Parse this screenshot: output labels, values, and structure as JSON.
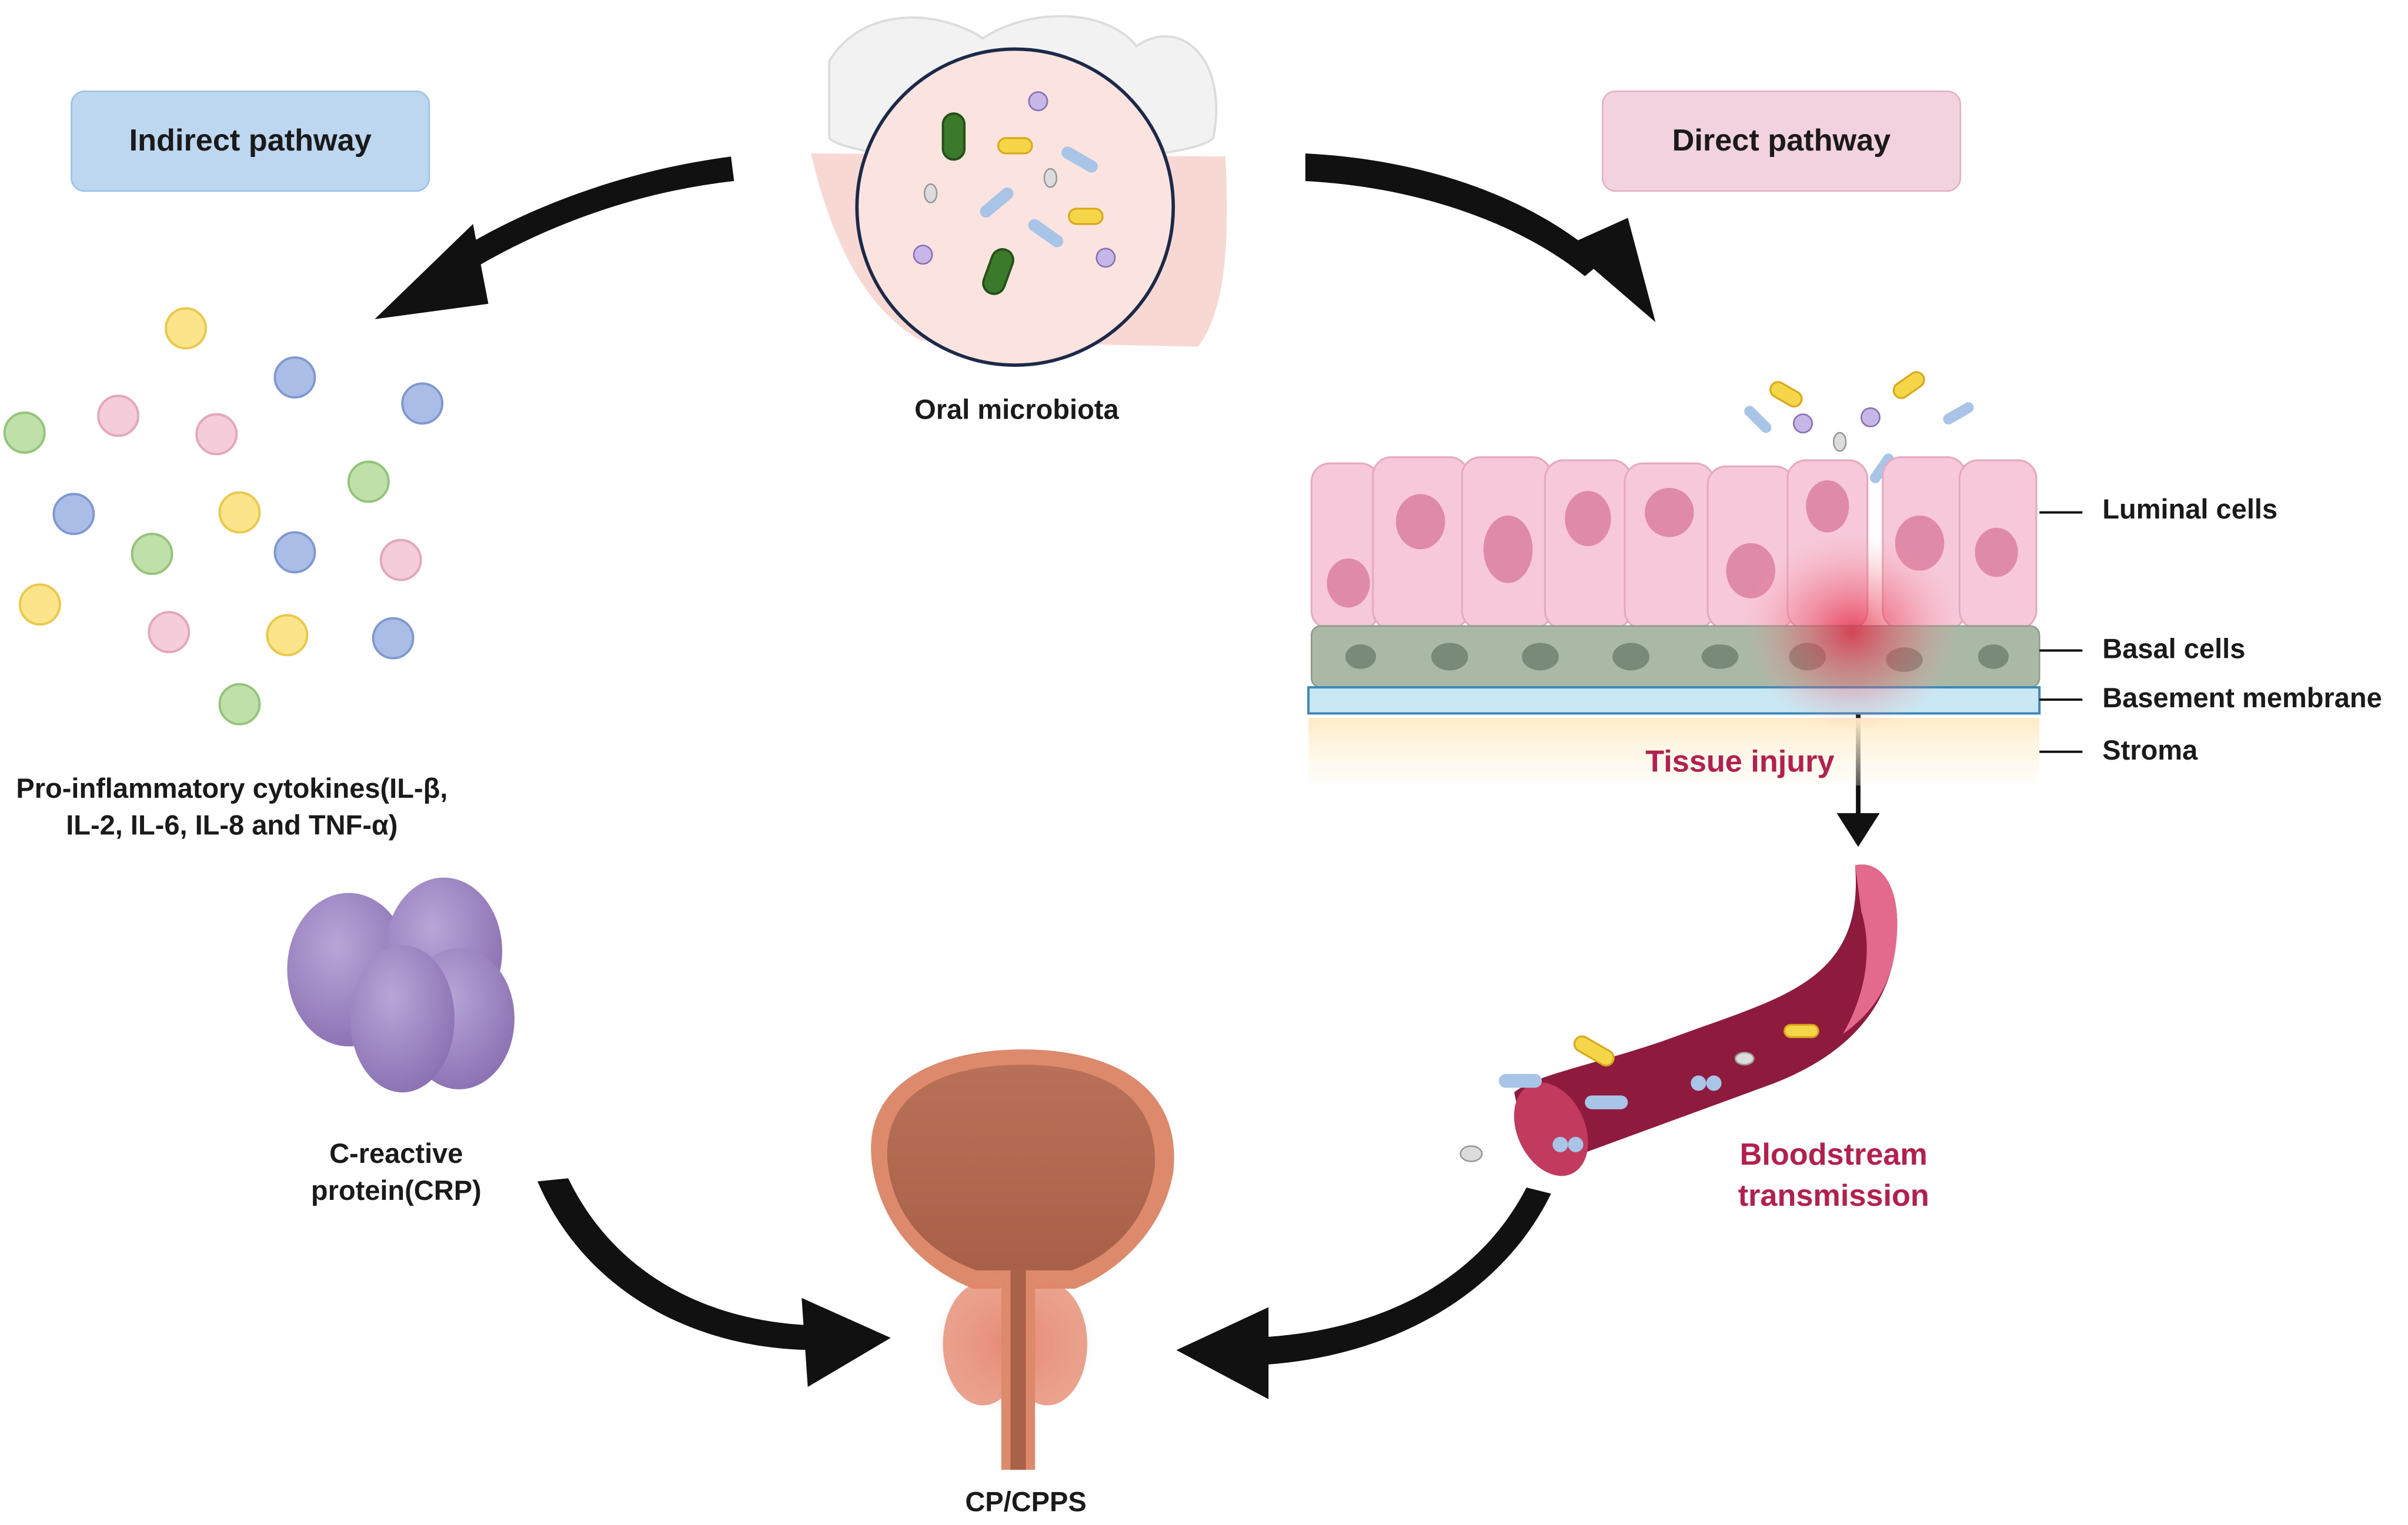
{
  "pathways": {
    "indirect": "Indirect pathway",
    "direct": "Direct pathway"
  },
  "labels": {
    "oral_microbiota": "Oral microbiota",
    "cytokines_line1": "Pro-inflammatory cytokines(IL-β,",
    "cytokines_line2": "IL-2, IL-6, IL-8 and TNF-α)",
    "crp_line1": "C-reactive",
    "crp_line2": "protein(CRP)",
    "luminal_cells": "Luminal cells",
    "basal_cells": "Basal cells",
    "basement_membrane": "Basement membrane",
    "stroma": "Stroma",
    "tissue_injury": "Tissue injury",
    "bloodstream_line1": "Bloodstream",
    "bloodstream_line2": "transmission",
    "cp_cpps": "CP/CPPS"
  },
  "colors": {
    "indirect_box": "#bcd7ef",
    "direct_box": "#f3d2df",
    "emphasis_text": "#b3204e",
    "arrow": "#111111",
    "crp_protein": "#9279b8",
    "vessel": "#8e1a3e"
  }
}
